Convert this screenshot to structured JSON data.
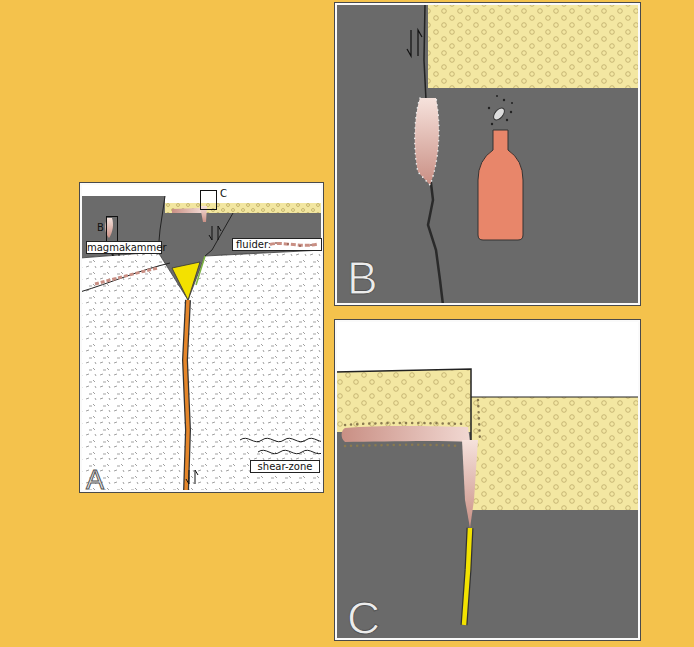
{
  "diagram": {
    "nodes": [
      {
        "text": [
          "A"
        ]
      },
      {
        "text": [
          "B"
        ],
        "in": 0
      },
      {
        "text": [
          "C"
        ],
        "in": 0
      },
      {
        "text": [
          "magmakammer"
        ],
        "in": 0
      },
      {
        "text": [
          "shear-zone"
        ],
        "in": 0
      },
      {
        "text": [
          "B"
        ]
      },
      {
        "text": [
          "C"
        ]
      }
    ],
    "legend": [
      {
        "text": "fluider:"
      }
    ]
  }
}
